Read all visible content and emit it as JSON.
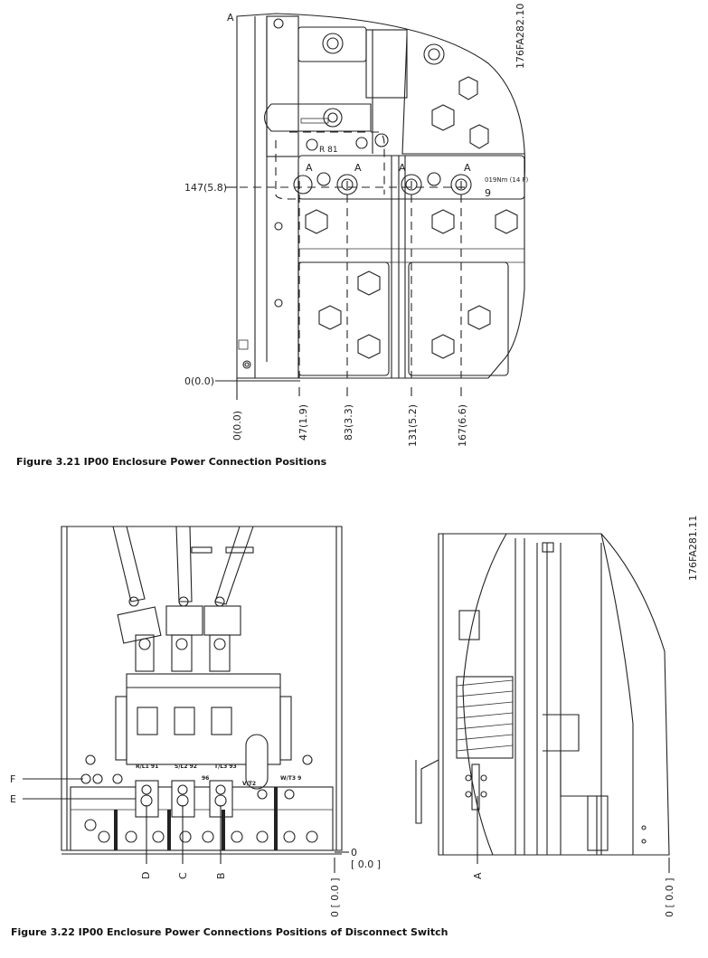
{
  "figure_321": {
    "caption": "Figure 3.21 IP00 Enclosure Power Connection Positions",
    "drawing_id": "176FA282.10",
    "corner_label": "A",
    "terminal_labels": [
      "A",
      "A",
      "A",
      "A"
    ],
    "terminal_text": "R   81",
    "torque_note": "019Nm (14 F)",
    "side_digit": "9",
    "y_dimensions": [
      "147(5.8)",
      "0(0.0)"
    ],
    "x_dimensions": [
      "0(0.0)",
      "47(1.9)",
      "83(3.3)",
      "131(5.2)",
      "167(6.6)"
    ]
  },
  "figure_322": {
    "caption": "Figure 3.22 IP00 Enclosure Power Connections Positions of Disconnect Switch",
    "drawing_id": "176FA281.11",
    "callouts_left": [
      "F",
      "E"
    ],
    "callouts_bottom": [
      "D",
      "C",
      "B"
    ],
    "callout_side": "A",
    "bus_labels": [
      "R/L1 91",
      "S/L2 92",
      "T/L3 93",
      "96",
      "V/T2",
      "W/T3 9"
    ],
    "front_origin_x": "0",
    "front_origin_x_in": "[ 0.0 ]",
    "front_origin_y": "0  [ 0.0 ]",
    "side_origin_y": "0  [ 0.0 ]"
  }
}
